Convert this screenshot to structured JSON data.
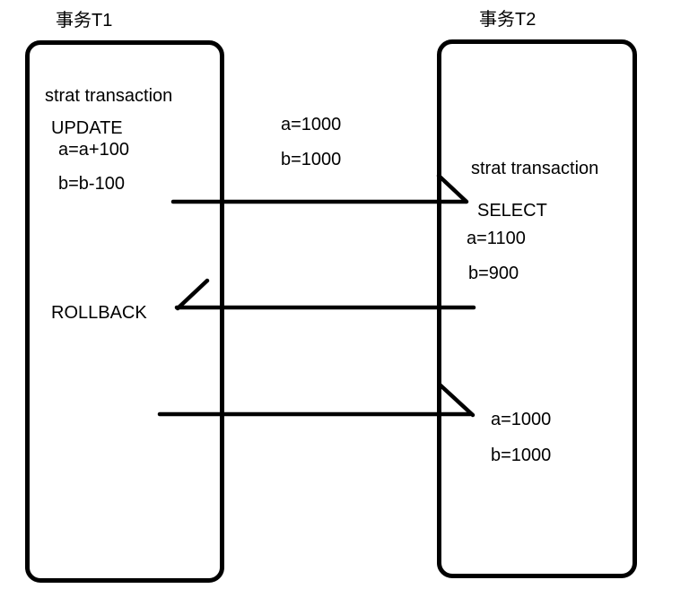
{
  "diagram": {
    "background_color": "#ffffff",
    "stroke_color": "#000000",
    "t1": {
      "title": "事务T1",
      "start": "strat transaction",
      "update": "UPDATE",
      "a_expr": "a=a+100",
      "b_expr": "b=b-100",
      "rollback": "ROLLBACK"
    },
    "t2": {
      "title": "事务T2",
      "start": "strat transaction",
      "select": "SELECT",
      "first_read": {
        "a": "a=1100",
        "b": "b=900"
      },
      "second_read": {
        "a": "a=1000",
        "b": "b=1000"
      }
    },
    "initial_values": {
      "a": "a=1000",
      "b": "b=1000"
    }
  }
}
